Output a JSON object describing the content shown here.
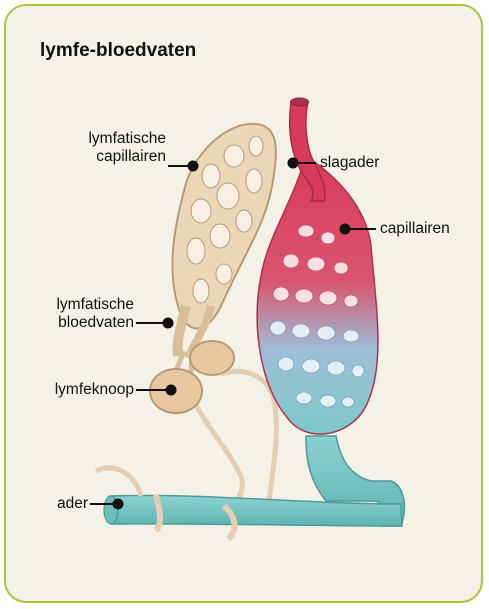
{
  "title": "lymfe-bloedvaten",
  "labels": {
    "lymph_capillaries": "lymfatische capillairen",
    "lymph_capillaries_l1": "lymfatische",
    "lymph_capillaries_l2": "capillairen",
    "artery": "slagader",
    "capillaries": "capillairen",
    "lymph_vessels_l1": "lymfatische",
    "lymph_vessels_l2": "bloedvaten",
    "lymph_node": "lymfeknoop",
    "vein": "ader"
  },
  "colors": {
    "frame": "#a8c83a",
    "background": "#f4f1e6",
    "artery": "#d93a5a",
    "vein": "#7cc8c8",
    "lymph": "#ecd6b8",
    "lymph_node": "#e8c8a0"
  }
}
